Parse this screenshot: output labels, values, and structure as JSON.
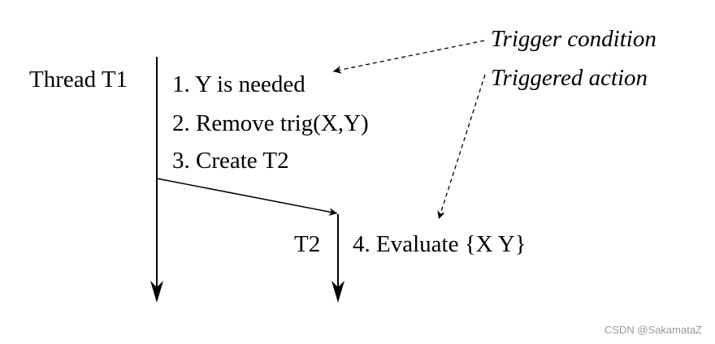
{
  "labels": {
    "thread_t1": "Thread T1",
    "step1": "1. Y is needed",
    "step2": "2. Remove trig(X,Y)",
    "step3": "3. Create T2",
    "thread_t2": "T2",
    "step4": "4. Evaluate {X Y}",
    "trigger_condition": "Trigger condition",
    "triggered_action": "Triggered action"
  },
  "watermark": "CSDN @SakamataZ",
  "colors": {
    "ink": "#000000",
    "watermark": "#9a9a9a",
    "background": "#ffffff"
  }
}
